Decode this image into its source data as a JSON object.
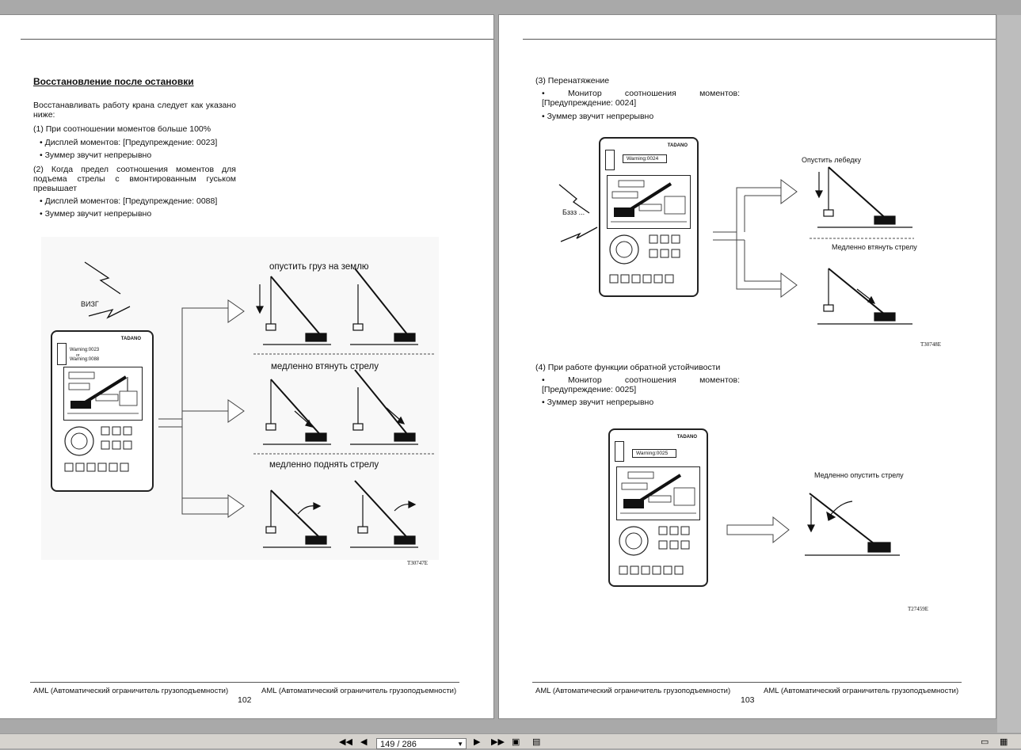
{
  "left_page": {
    "heading": "Восстановление после остановки",
    "intro": "Восстанавливать работу крана следует как указано ниже:",
    "item1": "(1) При соотношении моментов больше 100%",
    "item1_b1": "Дисплей моментов: [Предупреждение: 0023]",
    "item1_b2": "Зуммер звучит непрерывно",
    "item2": "(2) Когда предел соотношения моментов для подъема стрелы с вмонтированным гуськом превышает",
    "item2_b1": "Дисплей моментов: [Предупреждение: 0088]",
    "item2_b2": "Зуммер звучит непрерывно",
    "fig": {
      "sound": "ВИЗГ",
      "label1": "опустить груз на землю",
      "label2": "медленно втянуть стрелу",
      "label3": "медленно поднять стрелу",
      "warn1": "Warning:0023",
      "warn_or": "or",
      "warn2": "Warning:0088",
      "brand": "TADANO",
      "code": "T30747E"
    },
    "footer_left": "AML (Автоматический ограничитель грузоподъемности)",
    "footer_right": "AML (Автоматический ограничитель грузоподъемности)",
    "page_number": "102"
  },
  "right_page": {
    "item3": "(3) Перенатяжение",
    "item3_b1": "Монитор соотношения моментов: [Предупреждение: 0024]",
    "item3_b2": "Зуммер звучит непрерывно",
    "fig1": {
      "warn": "Warning:0024",
      "sound": "Бззз ...",
      "label1": "Опустить лебедку",
      "label2": "Медленно втянуть стрелу",
      "brand": "TADANO",
      "code": "T30748E"
    },
    "item4": "(4) При работе функции обратной устойчивости",
    "item4_b1": "Монитор соотношения моментов: [Предупреждение: 0025]",
    "item4_b2": "Зуммер звучит непрерывно",
    "fig2": {
      "warn": "Warning:0025",
      "label": "Медленно опустить стрелу",
      "brand": "TADANO",
      "code": "T27459E"
    },
    "footer_left": "AML (Автоматический ограничитель грузоподъемности)",
    "footer_right": "AML (Автоматический ограничитель грузоподъемности)",
    "page_number": "103"
  },
  "toolbar": {
    "page_field": "149 / 286"
  }
}
